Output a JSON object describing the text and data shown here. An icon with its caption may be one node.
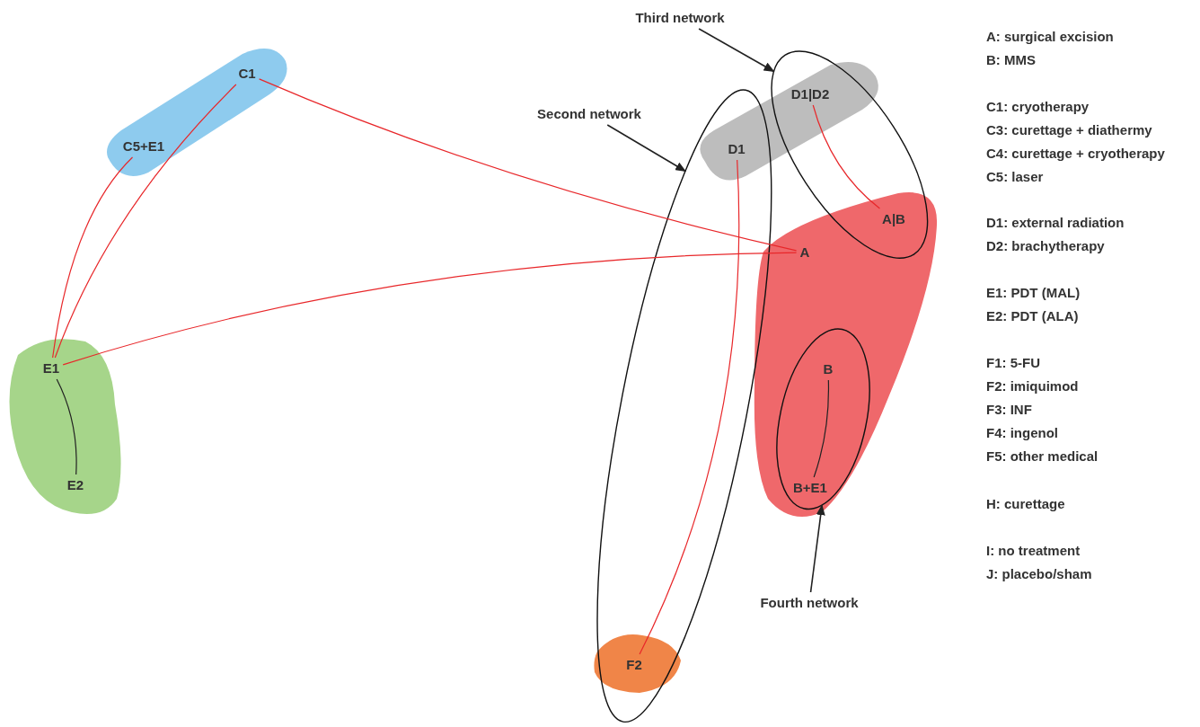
{
  "diagram": {
    "nodes": [
      {
        "text": [
          "C1"
        ]
      },
      {
        "text": [
          "C5+E1"
        ]
      },
      {
        "text": [
          "E1"
        ]
      },
      {
        "text": [
          "E2"
        ]
      },
      {
        "text": [
          "A"
        ]
      },
      {
        "text": [
          "Second network"
        ]
      },
      {
        "text": [],
        "shape": "ellipse"
      },
      {
        "text": [
          "D1"
        ],
        "in": 6
      },
      {
        "text": [
          "F2"
        ],
        "in": 6
      },
      {
        "text": [
          "Third network"
        ]
      },
      {
        "text": [],
        "shape": "ellipse"
      },
      {
        "text": [
          "D1|D2"
        ],
        "in": 10
      },
      {
        "text": [
          "A|B"
        ],
        "in": 10
      },
      {
        "text": [
          "Fourth network"
        ]
      },
      {
        "text": [],
        "shape": "ellipse"
      },
      {
        "text": [
          "B"
        ],
        "in": 14
      },
      {
        "text": [
          "B+E1"
        ],
        "in": 14
      }
    ],
    "edges": [
      {
        "from": 0,
        "to": 4,
        "arrow": "none"
      },
      {
        "from": 0,
        "to": 2,
        "arrow": "none"
      },
      {
        "from": 1,
        "to": 2,
        "arrow": "none"
      },
      {
        "from": 2,
        "to": 4,
        "arrow": "none"
      },
      {
        "from": 2,
        "to": 3,
        "arrow": "none",
        "color": "#222222"
      },
      {
        "from": 7,
        "to": 8,
        "arrow": "none"
      },
      {
        "from": 11,
        "to": 12,
        "arrow": "none"
      },
      {
        "from": 15,
        "to": 16,
        "arrow": "none",
        "color": "#222222"
      },
      {
        "from": 5,
        "to": 6,
        "arrow": "to",
        "color": "#222222"
      },
      {
        "from": 9,
        "to": 10,
        "arrow": "to",
        "color": "#222222"
      },
      {
        "from": 13,
        "to": 14,
        "arrow": "to",
        "color": "#222222"
      }
    ],
    "labels": [
      "A: surgical excision",
      "B: MMS",
      "C1: cryotherapy",
      "C3: curettage + diathermy",
      "C4: curettage + cryotherapy",
      "C5: laser",
      "D1: external radiation",
      "D2: brachytherapy",
      "E1: PDT (MAL)",
      "E2: PDT (ALA)",
      "F1: 5-FU",
      "F2: imiquimod",
      "F3: INF",
      "F4: ingenol",
      "F5: other medical",
      "H: curettage",
      "I: no treatment",
      "J: placebo/sham"
    ]
  }
}
